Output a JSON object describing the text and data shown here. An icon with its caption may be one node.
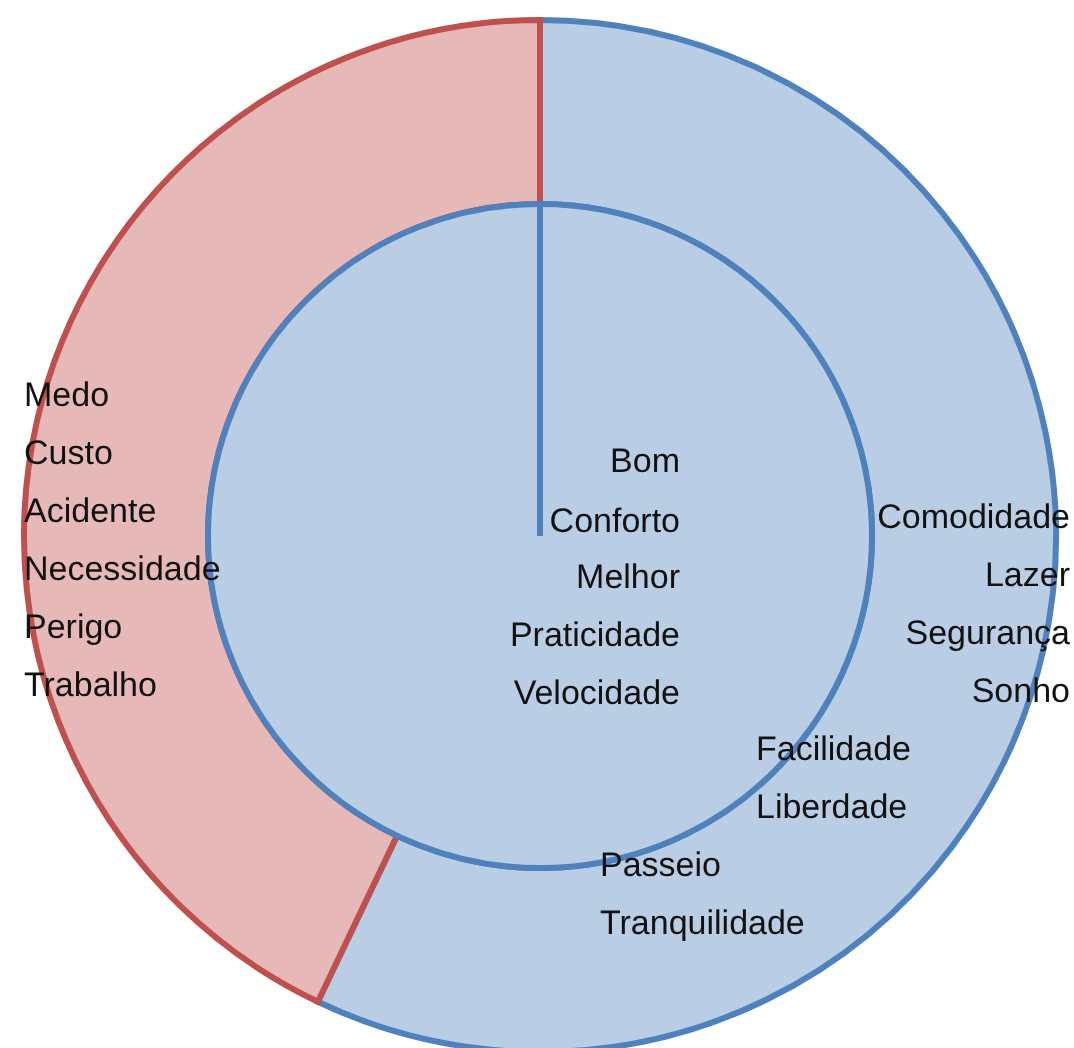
{
  "diagram": {
    "nodes": [
      {
        "text": [
          "Medo",
          "Custo",
          "Acidente",
          "Necessidade",
          "Perigo",
          "Trabalho"
        ]
      },
      {
        "text": [
          "Comodidade",
          "Lazer",
          "Segurança",
          "Sonho",
          "Facilidade",
          "Liberdade",
          "Passeio",
          "Tranquilidade"
        ]
      },
      {
        "text": [
          "Bom",
          "Conforto",
          "Melhor",
          "Praticidade",
          "Velocidade"
        ]
      }
    ]
  }
}
